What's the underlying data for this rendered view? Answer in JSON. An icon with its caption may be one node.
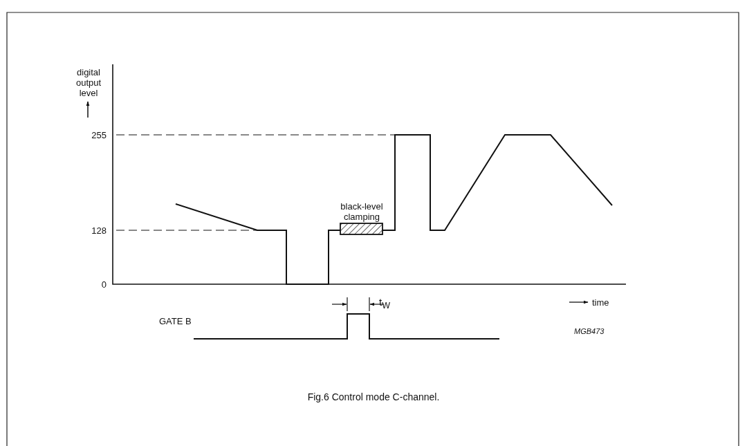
{
  "diagram": {
    "caption": "Fig.6  Control mode C-channel.",
    "nodes": [
      {
        "text": [
          "black-level clamping"
        ]
      }
    ],
    "labels": [
      "digital output level",
      "255",
      "128",
      "0",
      "t$_{W}$",
      "time",
      "GATE B",
      "MGB473"
    ]
  }
}
